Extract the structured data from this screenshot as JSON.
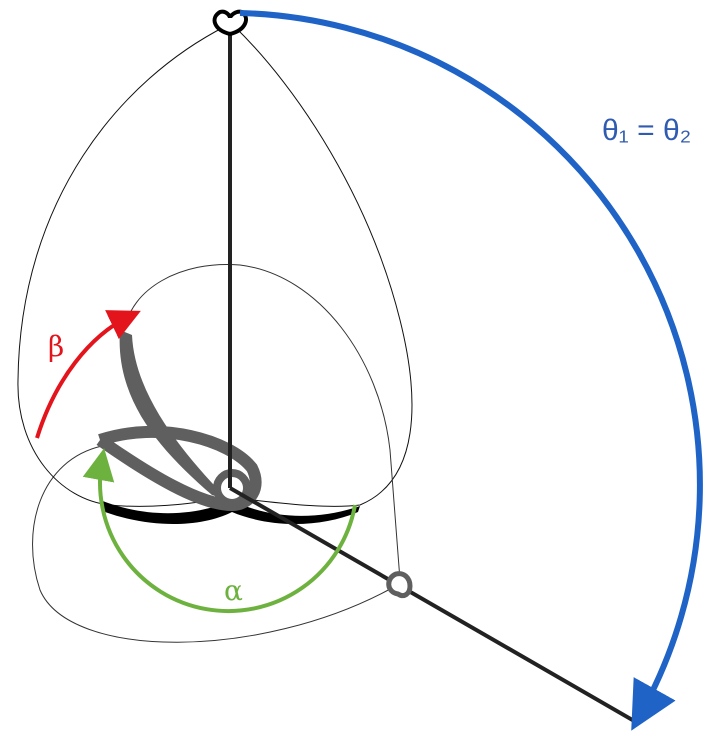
{
  "labels": {
    "theta": "θ₁ = θ₂",
    "beta": "β",
    "alpha": "α"
  },
  "colors": {
    "theta_arc": "#1f63c6",
    "beta_arc": "#e3141b",
    "alpha_arc": "#6db23f",
    "loop": "#5f5f5f",
    "axis": "#222222"
  }
}
